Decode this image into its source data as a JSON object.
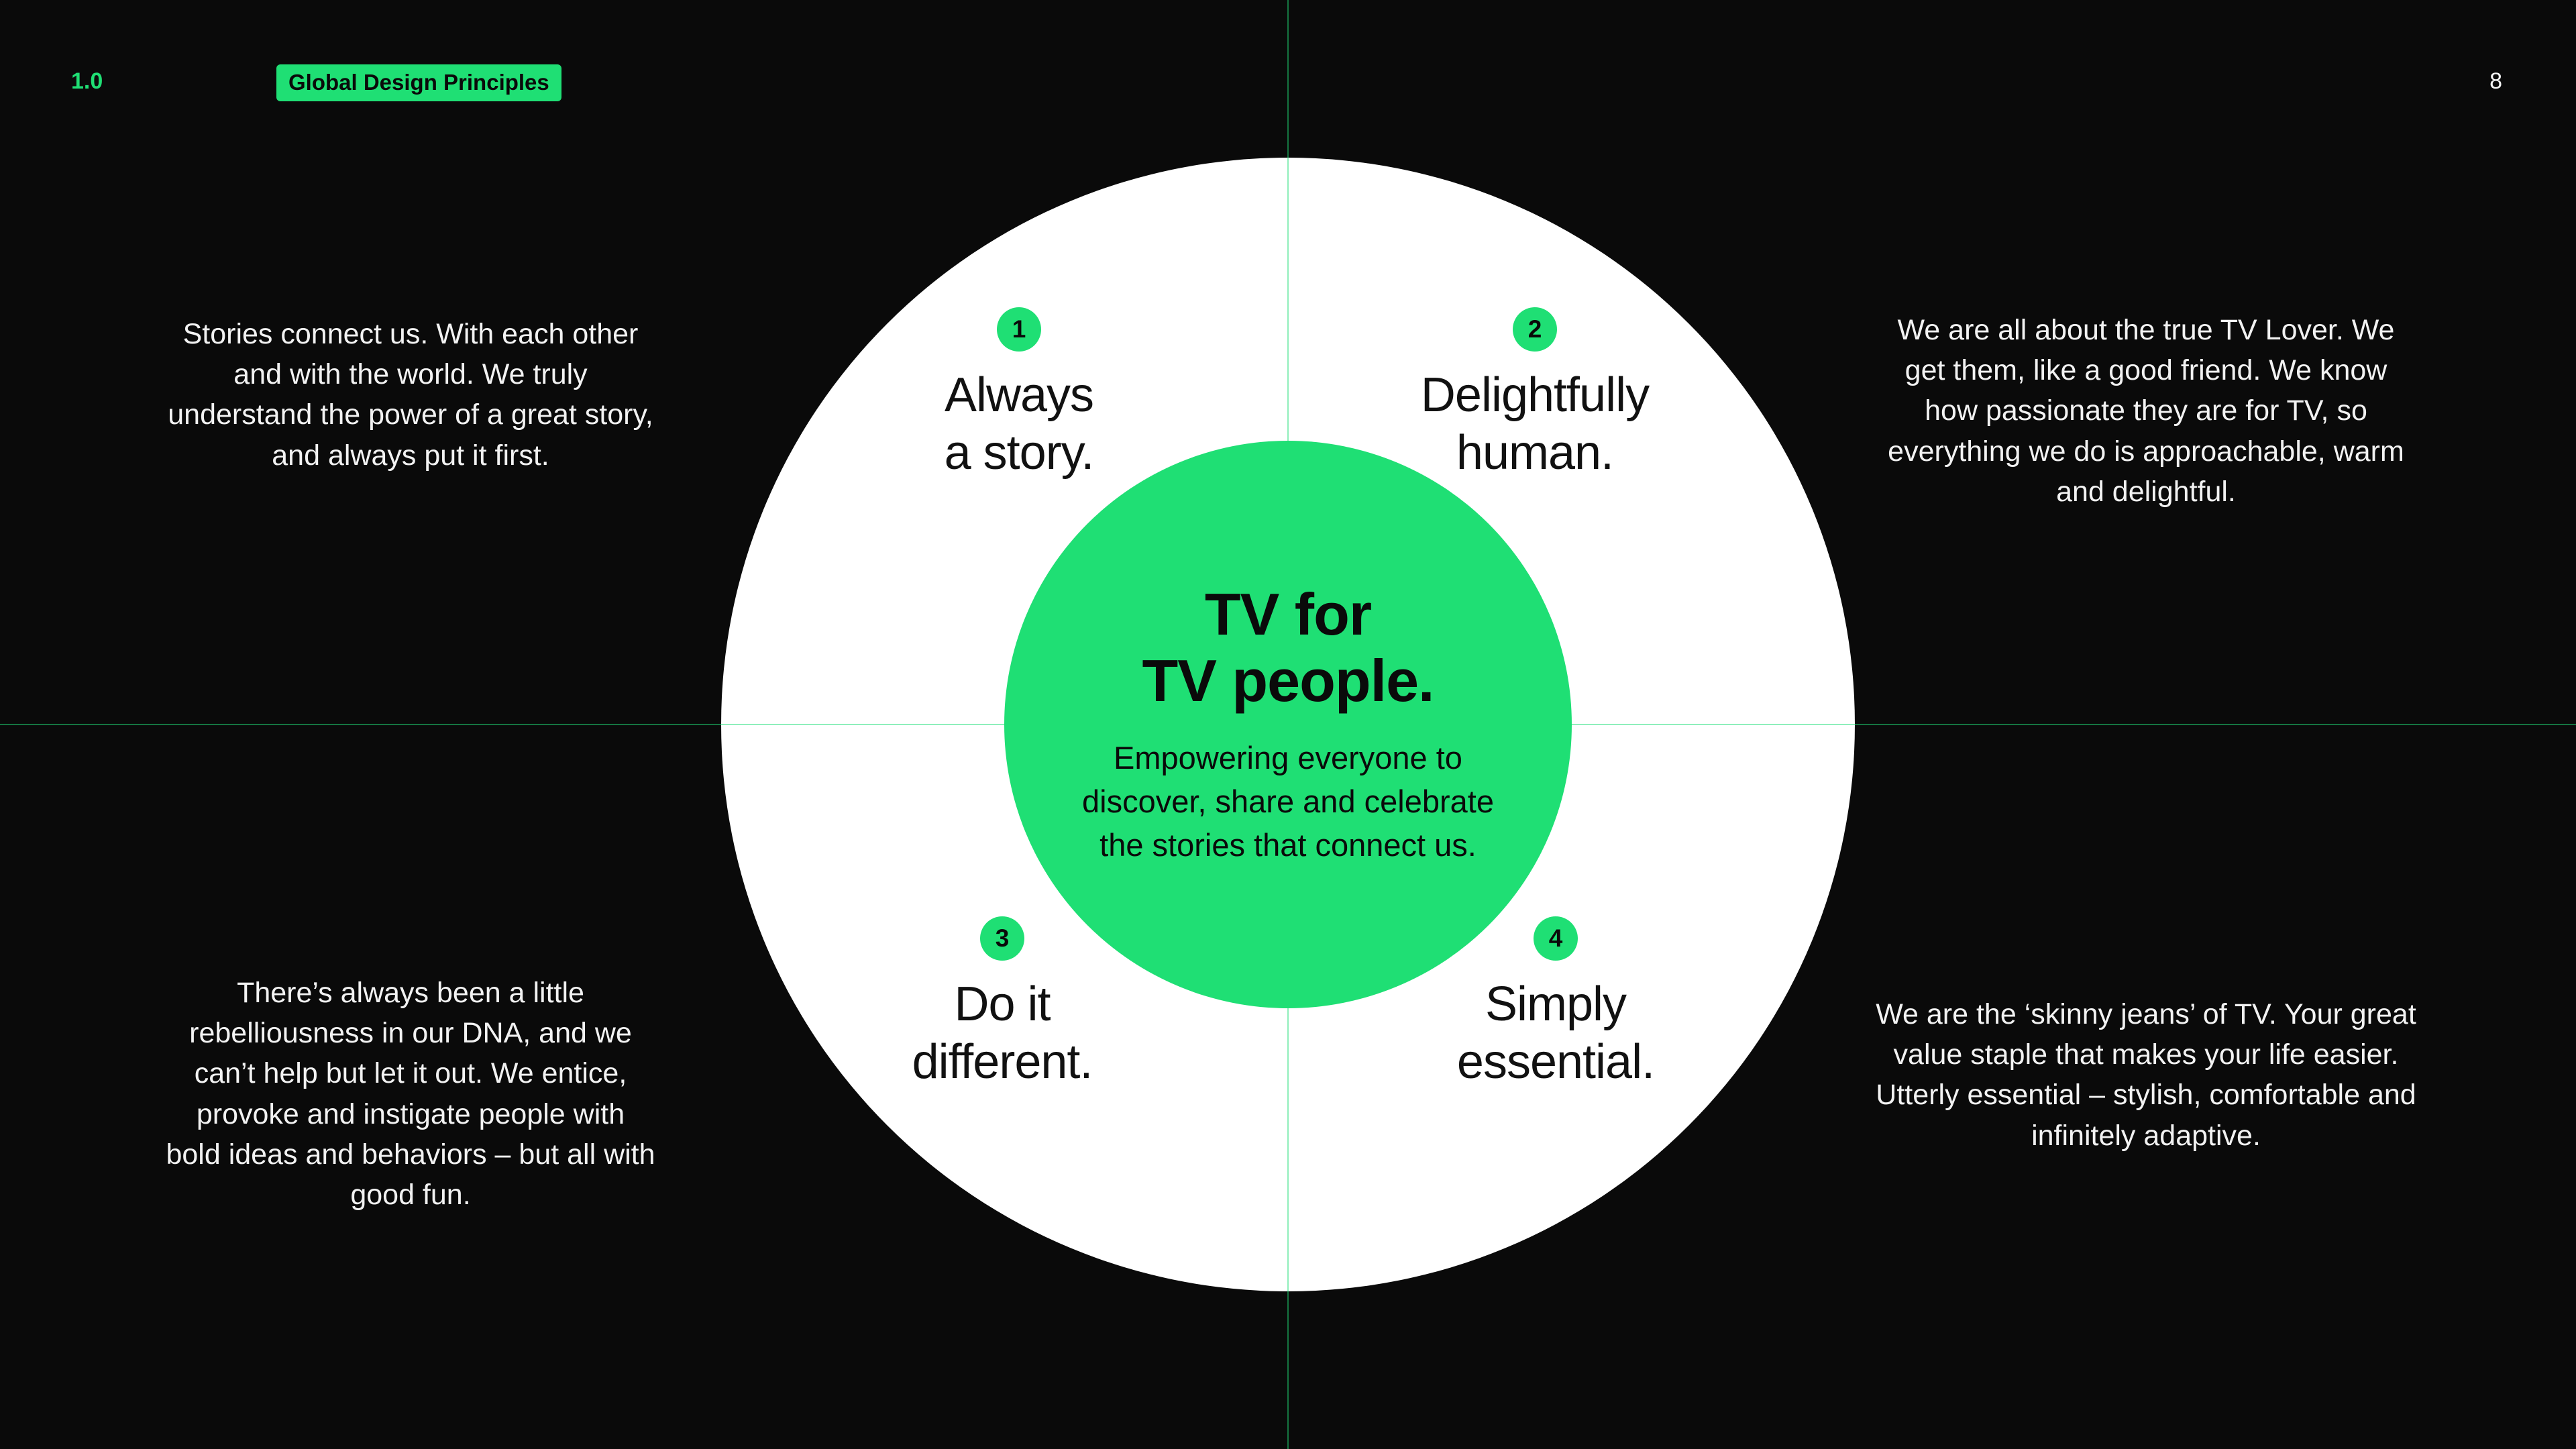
{
  "page": {
    "section_number": "1.0",
    "badge_label": "Global Design Principles",
    "page_number": "8",
    "accent_color": "#1fdf74",
    "background_color": "#0a0a0a"
  },
  "center": {
    "title": "TV for\nTV people.",
    "subtitle": "Empowering everyone to discover, share and celebrate the stories that connect us."
  },
  "principles": [
    {
      "number": "1",
      "label": "Always\na story.",
      "description": "Stories connect us. With each other and with the world. We truly understand the power of a great story, and always put it first."
    },
    {
      "number": "2",
      "label": "Delightfully\nhuman.",
      "description": "We are all about the true TV Lover. We get them, like a good friend. We know how passionate they are for TV, so everything we do is approachable, warm and delightful."
    },
    {
      "number": "3",
      "label": "Do it\ndifferent.",
      "description": "There’s always been a little rebelliousness in our DNA, and we can’t help but let it out. We entice, provoke and instigate people with bold ideas and behaviors – but all with good fun."
    },
    {
      "number": "4",
      "label": "Simply\nessential.",
      "description": "We are the ‘skinny jeans’ of TV. Your great value staple that makes your life easier. Utterly essential – stylish, comfortable and infinitely adaptive."
    }
  ]
}
